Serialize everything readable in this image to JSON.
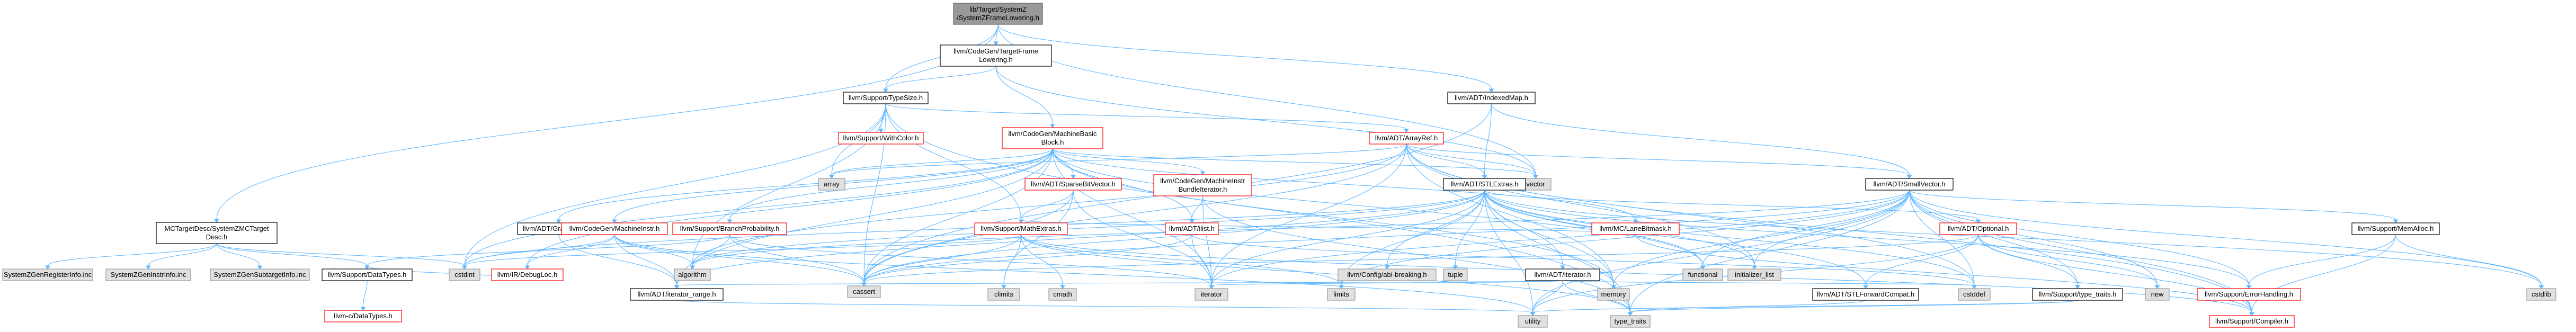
{
  "colors": {
    "edge": "#63b8ff",
    "root_fill": "#999999",
    "normal_border": "#000000",
    "incomplete_border": "#ff0000",
    "external_fill": "#e0e0e0"
  },
  "nodes": {
    "root": {
      "lines": [
        "lib/Target/SystemZ",
        "/SystemZFrameLowering.h"
      ],
      "kind": "root"
    },
    "tfl": {
      "lines": [
        "llvm/CodeGen/TargetFrame",
        "Lowering.h"
      ],
      "kind": "normal"
    },
    "mctd": {
      "lines": [
        "MCTargetDesc/SystemZMCTarget",
        "Desc.h"
      ],
      "kind": "normal"
    },
    "typesize": {
      "lines": [
        "llvm/Support/TypeSize.h"
      ],
      "kind": "normal"
    },
    "indexedmap": {
      "lines": [
        "llvm/ADT/IndexedMap.h"
      ],
      "kind": "normal"
    },
    "withcolor": {
      "lines": [
        "llvm/Support/WithColor.h"
      ],
      "kind": "red"
    },
    "mbb": {
      "lines": [
        "llvm/CodeGen/MachineBasic",
        "Block.h"
      ],
      "kind": "red"
    },
    "arrayref": {
      "lines": [
        "llvm/ADT/ArrayRef.h"
      ],
      "kind": "red"
    },
    "array": {
      "lines": [
        "array"
      ],
      "kind": "gray"
    },
    "vector": {
      "lines": [
        "vector"
      ],
      "kind": "gray"
    },
    "graphtraits": {
      "lines": [
        "llvm/ADT/GraphTraits.h"
      ],
      "kind": "normal"
    },
    "machineinstr": {
      "lines": [
        "llvm/CodeGen/MachineInstr.h"
      ],
      "kind": "red"
    },
    "branchprob": {
      "lines": [
        "llvm/Support/BranchProbability.h"
      ],
      "kind": "red"
    },
    "sparsebv": {
      "lines": [
        "llvm/ADT/SparseBitVector.h"
      ],
      "kind": "red"
    },
    "mibundle": {
      "lines": [
        "llvm/CodeGen/MachineInstr",
        "BundleIterator.h"
      ],
      "kind": "red"
    },
    "stlextras": {
      "lines": [
        "llvm/ADT/STLExtras.h"
      ],
      "kind": "normal"
    },
    "lanebitmask": {
      "lines": [
        "llvm/MC/LaneBitmask.h"
      ],
      "kind": "red"
    },
    "smallvector": {
      "lines": [
        "llvm/ADT/SmallVector.h"
      ],
      "kind": "normal"
    },
    "debugloc": {
      "lines": [
        "llvm/IR/DebugLoc.h"
      ],
      "kind": "red"
    },
    "algorithm": {
      "lines": [
        "algorithm"
      ],
      "kind": "gray"
    },
    "mathextras": {
      "lines": [
        "llvm/Support/MathExtras.h"
      ],
      "kind": "red"
    },
    "ilist": {
      "lines": [
        "llvm/ADT/ilist.h"
      ],
      "kind": "red"
    },
    "configbreak": {
      "lines": [
        "llvm/Config/abi-breaking.h"
      ],
      "kind": "gray"
    },
    "tuple": {
      "lines": [
        "tuple"
      ],
      "kind": "gray"
    },
    "adtiterator": {
      "lines": [
        "llvm/ADT/iterator.h"
      ],
      "kind": "normal"
    },
    "functional": {
      "lines": [
        "functional"
      ],
      "kind": "gray"
    },
    "initlist": {
      "lines": [
        "initializer_list"
      ],
      "kind": "gray"
    },
    "optional": {
      "lines": [
        "llvm/ADT/Optional.h"
      ],
      "kind": "red"
    },
    "memalloc": {
      "lines": [
        "llvm/Support/MemAlloc.h"
      ],
      "kind": "normal"
    },
    "regsinfo": {
      "lines": [
        "SystemZGenRegisterInfo.inc"
      ],
      "kind": "gray"
    },
    "instrinfo": {
      "lines": [
        "SystemZGenInstrInfo.inc"
      ],
      "kind": "gray"
    },
    "subtargetinfo": {
      "lines": [
        "SystemZGenSubtargetInfo.inc"
      ],
      "kind": "gray"
    },
    "datatypes": {
      "lines": [
        "llvm/Support/DataTypes.h"
      ],
      "kind": "normal"
    },
    "cstdint": {
      "lines": [
        "cstdint"
      ],
      "kind": "gray"
    },
    "iterrange": {
      "lines": [
        "llvm/ADT/iterator_range.h"
      ],
      "kind": "normal"
    },
    "cassert": {
      "lines": [
        "cassert"
      ],
      "kind": "gray"
    },
    "climits": {
      "lines": [
        "climits"
      ],
      "kind": "gray"
    },
    "cmath": {
      "lines": [
        "cmath"
      ],
      "kind": "gray"
    },
    "iterator": {
      "lines": [
        "iterator"
      ],
      "kind": "gray"
    },
    "limits": {
      "lines": [
        "limits"
      ],
      "kind": "gray"
    },
    "memory": {
      "lines": [
        "memory"
      ],
      "kind": "gray"
    },
    "stlfwdcompat": {
      "lines": [
        "llvm/ADT/STLForwardCompat.h"
      ],
      "kind": "normal"
    },
    "cstddef": {
      "lines": [
        "cstddef"
      ],
      "kind": "gray"
    },
    "new": {
      "lines": [
        "new"
      ],
      "kind": "gray"
    },
    "typetraitsh": {
      "lines": [
        "llvm/Support/type_traits.h"
      ],
      "kind": "normal"
    },
    "errorhandling": {
      "lines": [
        "llvm/Support/ErrorHandling.h"
      ],
      "kind": "red"
    },
    "cstdlib": {
      "lines": [
        "cstdlib"
      ],
      "kind": "gray"
    },
    "cdatatypes": {
      "lines": [
        "llvm-c/DataTypes.h"
      ],
      "kind": "red"
    },
    "utility": {
      "lines": [
        "utility"
      ],
      "kind": "gray"
    },
    "typetraits": {
      "lines": [
        "type_traits"
      ],
      "kind": "gray"
    },
    "compiler": {
      "lines": [
        "llvm/Support/Compiler.h"
      ],
      "kind": "red"
    }
  },
  "edges": [
    [
      "root",
      "tfl"
    ],
    [
      "root",
      "mctd"
    ],
    [
      "root",
      "typesize"
    ],
    [
      "root",
      "indexedmap"
    ],
    [
      "root",
      "vector"
    ],
    [
      "tfl",
      "typesize"
    ],
    [
      "tfl",
      "mbb"
    ],
    [
      "tfl",
      "vector"
    ],
    [
      "mctd",
      "regsinfo"
    ],
    [
      "mctd",
      "instrinfo"
    ],
    [
      "mctd",
      "subtargetinfo"
    ],
    [
      "mctd",
      "datatypes"
    ],
    [
      "mctd",
      "cstdint"
    ],
    [
      "typesize",
      "withcolor"
    ],
    [
      "typesize",
      "mathextras"
    ],
    [
      "typesize",
      "algorithm"
    ],
    [
      "typesize",
      "array"
    ],
    [
      "typesize",
      "cassert"
    ],
    [
      "typesize",
      "cstdint"
    ],
    [
      "typesize",
      "typetraits"
    ],
    [
      "typesize",
      "arrayref"
    ],
    [
      "indexedmap",
      "stlextras"
    ],
    [
      "indexedmap",
      "smallvector"
    ],
    [
      "indexedmap",
      "cassert"
    ],
    [
      "mbb",
      "graphtraits"
    ],
    [
      "mbb",
      "sparsebv"
    ],
    [
      "mbb",
      "ilist"
    ],
    [
      "mbb",
      "iterrange"
    ],
    [
      "mbb",
      "mibundle"
    ],
    [
      "mbb",
      "machineinstr"
    ],
    [
      "mbb",
      "branchprob"
    ],
    [
      "mbb",
      "debugloc"
    ],
    [
      "mbb",
      "lanebitmask"
    ],
    [
      "mbb",
      "cassert"
    ],
    [
      "mbb",
      "functional"
    ],
    [
      "mbb",
      "iterator"
    ],
    [
      "mbb",
      "memory"
    ],
    [
      "mbb",
      "cstdint"
    ],
    [
      "mbb",
      "array"
    ],
    [
      "mbb",
      "vector"
    ],
    [
      "arrayref",
      "stlextras"
    ],
    [
      "arrayref",
      "smallvector"
    ],
    [
      "arrayref",
      "compiler"
    ],
    [
      "arrayref",
      "algorithm"
    ],
    [
      "arrayref",
      "array"
    ],
    [
      "arrayref",
      "cassert"
    ],
    [
      "arrayref",
      "cstddef"
    ],
    [
      "arrayref",
      "initlist"
    ],
    [
      "arrayref",
      "iterator"
    ],
    [
      "arrayref",
      "memory"
    ],
    [
      "arrayref",
      "type_traits_dummy"
    ],
    [
      "arrayref",
      "vector"
    ],
    [
      "graphtraits",
      "iterrange"
    ],
    [
      "machineinstr",
      "iterrange"
    ],
    [
      "machineinstr",
      "algorithm"
    ],
    [
      "machineinstr",
      "cassert"
    ],
    [
      "machineinstr",
      "cstdint"
    ],
    [
      "machineinstr",
      "debugloc"
    ],
    [
      "machineinstr",
      "utility"
    ],
    [
      "branchprob",
      "datatypes"
    ],
    [
      "branchprob",
      "algorithm"
    ],
    [
      "branchprob",
      "cassert"
    ],
    [
      "branchprob",
      "iterator"
    ],
    [
      "branchprob",
      "numeric_dummy"
    ],
    [
      "sparsebv",
      "mathextras"
    ],
    [
      "sparsebv",
      "cassert"
    ],
    [
      "sparsebv",
      "climits"
    ],
    [
      "sparsebv",
      "cstring_dummy"
    ],
    [
      "sparsebv",
      "iterator"
    ],
    [
      "mibundle",
      "ilist"
    ],
    [
      "mibundle",
      "iterator"
    ],
    [
      "mibundle",
      "typetraits"
    ],
    [
      "stlextras",
      "stlfwdcompat"
    ],
    [
      "stlextras",
      "configbreak"
    ],
    [
      "stlextras",
      "tuple"
    ],
    [
      "stlextras",
      "adtiterator"
    ],
    [
      "stlextras",
      "iterrange"
    ],
    [
      "stlextras",
      "errorhandling"
    ],
    [
      "stlextras",
      "algorithm"
    ],
    [
      "stlextras",
      "cassert"
    ],
    [
      "stlextras",
      "cstddef"
    ],
    [
      "stlextras",
      "cstdint"
    ],
    [
      "stlextras",
      "cstdlib"
    ],
    [
      "stlextras",
      "functional"
    ],
    [
      "stlextras",
      "initlist"
    ],
    [
      "stlextras",
      "iterator"
    ],
    [
      "stlextras",
      "limits"
    ],
    [
      "stlextras",
      "memory"
    ],
    [
      "stlextras",
      "optional"
    ],
    [
      "stlextras",
      "typetraits"
    ],
    [
      "stlextras",
      "utility"
    ],
    [
      "lanebitmask",
      "compiler"
    ],
    [
      "lanebitmask",
      "mathextras"
    ],
    [
      "smallvector",
      "compiler"
    ],
    [
      "smallvector",
      "typetraitsh"
    ],
    [
      "smallvector",
      "algorithm"
    ],
    [
      "smallvector",
      "cassert"
    ],
    [
      "smallvector",
      "cstddef"
    ],
    [
      "smallvector",
      "cstdlib"
    ],
    [
      "smallvector",
      "cstring_dummy"
    ],
    [
      "smallvector",
      "functional"
    ],
    [
      "smallvector",
      "initlist"
    ],
    [
      "smallvector",
      "iterator"
    ],
    [
      "smallvector",
      "limits"
    ],
    [
      "smallvector",
      "memory"
    ],
    [
      "smallvector",
      "new"
    ],
    [
      "smallvector",
      "typetraits"
    ],
    [
      "smallvector",
      "utility"
    ],
    [
      "smallvector",
      "memalloc"
    ],
    [
      "smallvector",
      "errorhandling"
    ],
    [
      "debugloc",
      "datatypes"
    ],
    [
      "mathextras",
      "compiler"
    ],
    [
      "mathextras",
      "cassert"
    ],
    [
      "mathextras",
      "climits"
    ],
    [
      "mathextras",
      "cmath"
    ],
    [
      "mathextras",
      "cstdint"
    ],
    [
      "mathextras",
      "limits"
    ],
    [
      "mathextras",
      "typetraits"
    ],
    [
      "ilist",
      "iterator"
    ],
    [
      "ilist",
      "cassert"
    ],
    [
      "ilist",
      "cstddef"
    ],
    [
      "adtiterator",
      "iterrange"
    ],
    [
      "adtiterator",
      "cstddef"
    ],
    [
      "adtiterator",
      "iterator"
    ],
    [
      "adtiterator",
      "typetraits"
    ],
    [
      "adtiterator",
      "utility"
    ],
    [
      "optional",
      "compiler"
    ],
    [
      "optional",
      "stlfwdcompat"
    ],
    [
      "optional",
      "typetraitsh"
    ],
    [
      "optional",
      "cassert"
    ],
    [
      "optional",
      "new"
    ],
    [
      "optional",
      "utility"
    ],
    [
      "memalloc",
      "compiler"
    ],
    [
      "memalloc",
      "errorhandling"
    ],
    [
      "memalloc",
      "cstdlib"
    ],
    [
      "datatypes",
      "cdatatypes"
    ],
    [
      "iterrange",
      "utility"
    ],
    [
      "stlfwdcompat",
      "typetraits"
    ],
    [
      "typetraitsh",
      "typetraits"
    ],
    [
      "typetraitsh",
      "utility"
    ],
    [
      "errorhandling",
      "compiler"
    ]
  ]
}
